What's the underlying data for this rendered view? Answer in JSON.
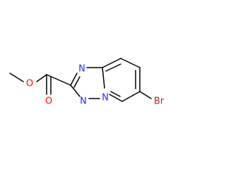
{
  "molecule": {
    "atoms": {
      "o_ester": "O",
      "o_carbonyl": "O",
      "n1": "N",
      "n2": "N",
      "n3": "N",
      "br": "Br"
    },
    "colors": {
      "bond": "#000000",
      "nitrogen": "#2a2aff",
      "oxygen": "#ff0d0d",
      "bromine": "#a52a2a"
    }
  }
}
